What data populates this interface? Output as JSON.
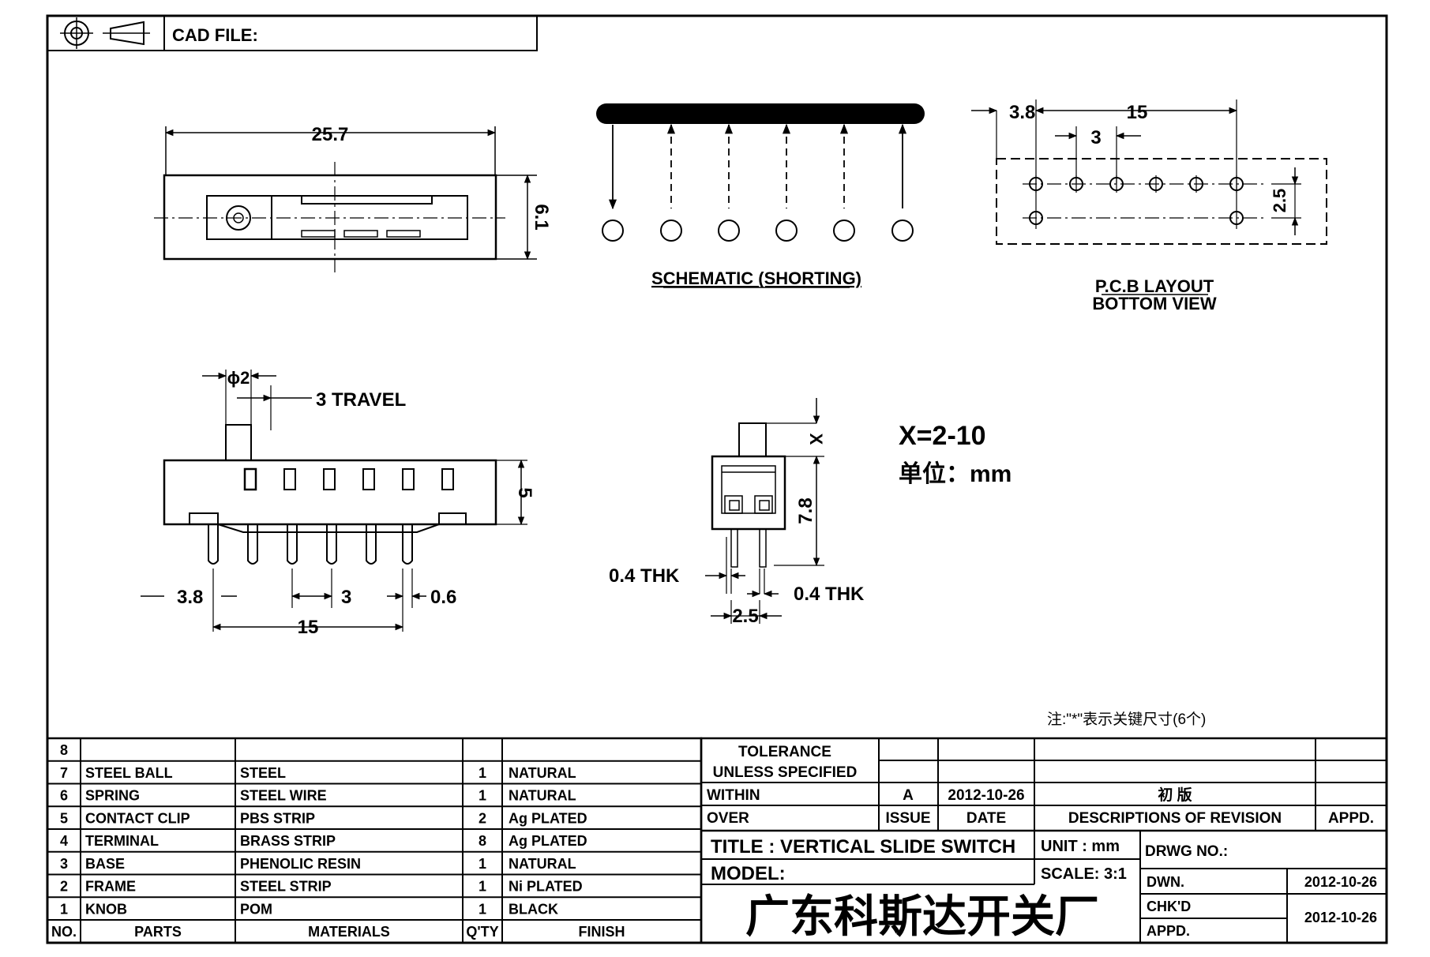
{
  "header": {
    "cad_file_label": "CAD FILE:"
  },
  "views": {
    "front_top": {
      "width_dim": "25.7",
      "height_dim": "6.1"
    },
    "schematic": {
      "title": "SCHEMATIC (SHORTING)"
    },
    "pcb": {
      "dims": {
        "edge": "3.8",
        "span": "15",
        "pitch": "3",
        "row_gap": "2.5"
      },
      "title_line1": "P.C.B LAYOUT",
      "title_line2": "BOTTOM VIEW"
    },
    "side": {
      "knob_dia": "ϕ2",
      "travel": "3 TRAVEL",
      "height": "5",
      "edge": "3.8",
      "pitch": "3",
      "pin_width": "0.6",
      "span": "15"
    },
    "end": {
      "x_dim": "X",
      "height": "7.8",
      "thk_left": "0.4 THK",
      "thk_right": "0.4 THK",
      "pin_spacing": "2.5"
    },
    "notes": {
      "x_range": "X=2-10",
      "unit": "单位：mm",
      "key_note": "注:\"*\"表示关键尺寸(6个)"
    }
  },
  "bom": {
    "rows": [
      {
        "no": "8",
        "part": "",
        "material": "",
        "qty": "",
        "finish": ""
      },
      {
        "no": "7",
        "part": "STEEL BALL",
        "material": "STEEL",
        "qty": "1",
        "finish": "NATURAL"
      },
      {
        "no": "6",
        "part": "SPRING",
        "material": "STEEL WIRE",
        "qty": "1",
        "finish": "NATURAL"
      },
      {
        "no": "5",
        "part": "CONTACT CLIP",
        "material": "PBS STRIP",
        "qty": "2",
        "finish": "Ag PLATED"
      },
      {
        "no": "4",
        "part": "TERMINAL",
        "material": "BRASS STRIP",
        "qty": "8",
        "finish": "Ag PLATED"
      },
      {
        "no": "3",
        "part": "BASE",
        "material": "PHENOLIC RESIN",
        "qty": "1",
        "finish": "NATURAL"
      },
      {
        "no": "2",
        "part": "FRAME",
        "material": "STEEL STRIP",
        "qty": "1",
        "finish": "Ni PLATED"
      },
      {
        "no": "1",
        "part": "KNOB",
        "material": "POM",
        "qty": "1",
        "finish": "BLACK"
      }
    ],
    "headers": {
      "no": "NO.",
      "part": "PARTS",
      "material": "MATERIALS",
      "qty": "Q'TY",
      "finish": "FINISH"
    }
  },
  "title_block": {
    "tolerance_line1": "TOLERANCE",
    "tolerance_line2": "UNLESS  SPECIFIED",
    "within": "WITHIN",
    "over": "OVER",
    "revision": {
      "issue": "A",
      "date": "2012-10-26",
      "description": "初  版"
    },
    "rev_headers": {
      "issue": "ISSUE",
      "date": "DATE",
      "description": "DESCRIPTIONS OF REVISION",
      "appd": "APPD."
    },
    "title": "TITLE :  VERTICAL SLIDE SWITCH",
    "model": "MODEL:",
    "unit": "UNIT :  mm",
    "scale": "SCALE:  3:1",
    "drwg_no": "DRWG NO.:",
    "company": "广东科斯达开关厂",
    "dwn_label": "DWN.",
    "dwn_date": "2012-10-26",
    "chkd_label": "CHK'D",
    "appd_label": "APPD.",
    "chkd_date": "2012-10-26"
  },
  "icons": {
    "projection_symbol": "third-angle-projection-icon"
  }
}
